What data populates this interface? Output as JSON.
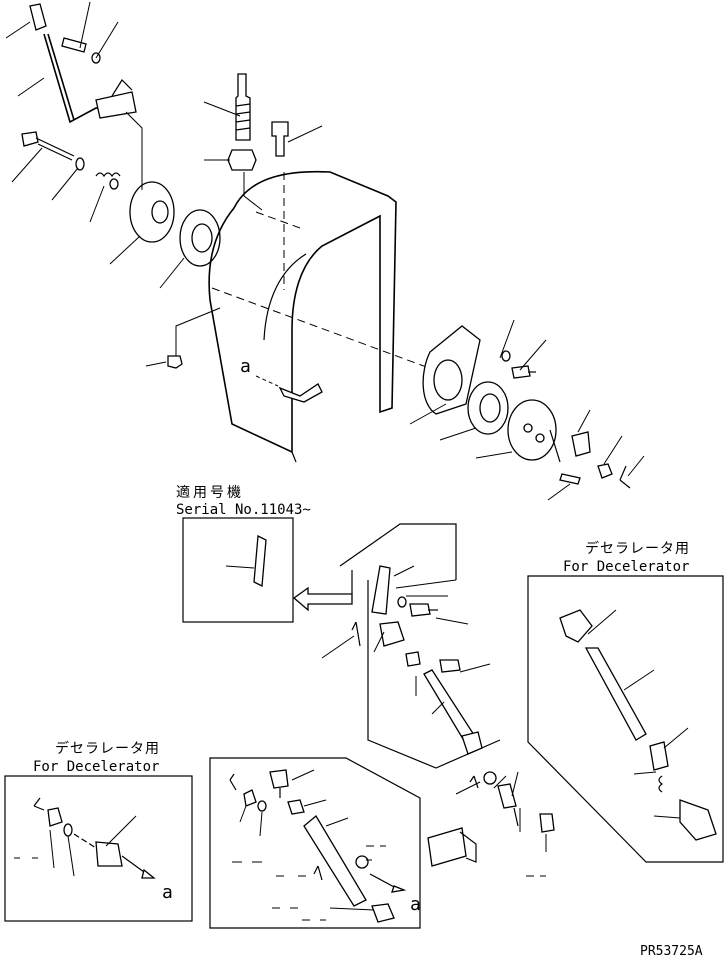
{
  "serial_box": {
    "title_jp": "適用号機",
    "title_en": "Serial No.11043~"
  },
  "decel_box_right": {
    "title_jp": "デセラレータ用",
    "title_en": "For Decelerator"
  },
  "decel_box_left": {
    "title_jp": "デセラレータ用",
    "title_en": "For Decelerator",
    "ref_label": "a"
  },
  "main": {
    "ref_label_top": "a",
    "ref_label_bottom": "a"
  },
  "drawing_number": "PR53725A"
}
